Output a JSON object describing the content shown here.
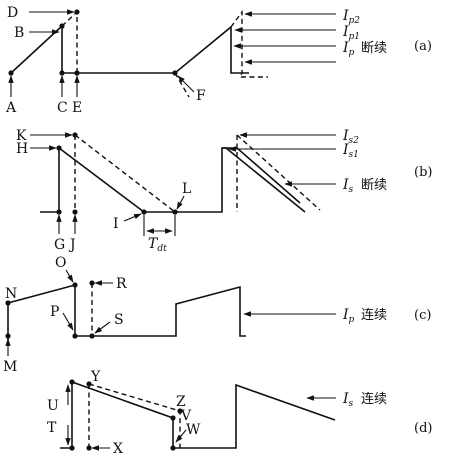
{
  "figure": {
    "panels": [
      {
        "id": "a",
        "panel_label": "(a)",
        "signal_symbol": "I",
        "signal_sub": "p",
        "mode_text": "断续",
        "level_labels": [
          {
            "symbol": "I",
            "sub": "p2"
          },
          {
            "symbol": "I",
            "sub": "p1"
          }
        ],
        "point_labels": [
          "A",
          "B",
          "C",
          "D",
          "E",
          "F"
        ]
      },
      {
        "id": "b",
        "panel_label": "(b)",
        "signal_symbol": "I",
        "signal_sub": "s",
        "mode_text": "断续",
        "level_labels": [
          {
            "symbol": "I",
            "sub": "s2"
          },
          {
            "symbol": "I",
            "sub": "s1"
          }
        ],
        "point_labels": [
          "K",
          "H",
          "G",
          "J",
          "I",
          "L"
        ],
        "interval_label": {
          "symbol": "T",
          "sub": "dt"
        }
      },
      {
        "id": "c",
        "panel_label": "(c)",
        "signal_symbol": "I",
        "signal_sub": "p",
        "mode_text": "连续",
        "point_labels": [
          "N",
          "M",
          "O",
          "P",
          "R",
          "S"
        ]
      },
      {
        "id": "d",
        "panel_label": "(d)",
        "signal_symbol": "I",
        "signal_sub": "s",
        "mode_text": "连续",
        "point_labels": [
          "Y",
          "U",
          "T",
          "X",
          "Z",
          "V",
          "W"
        ]
      }
    ]
  }
}
